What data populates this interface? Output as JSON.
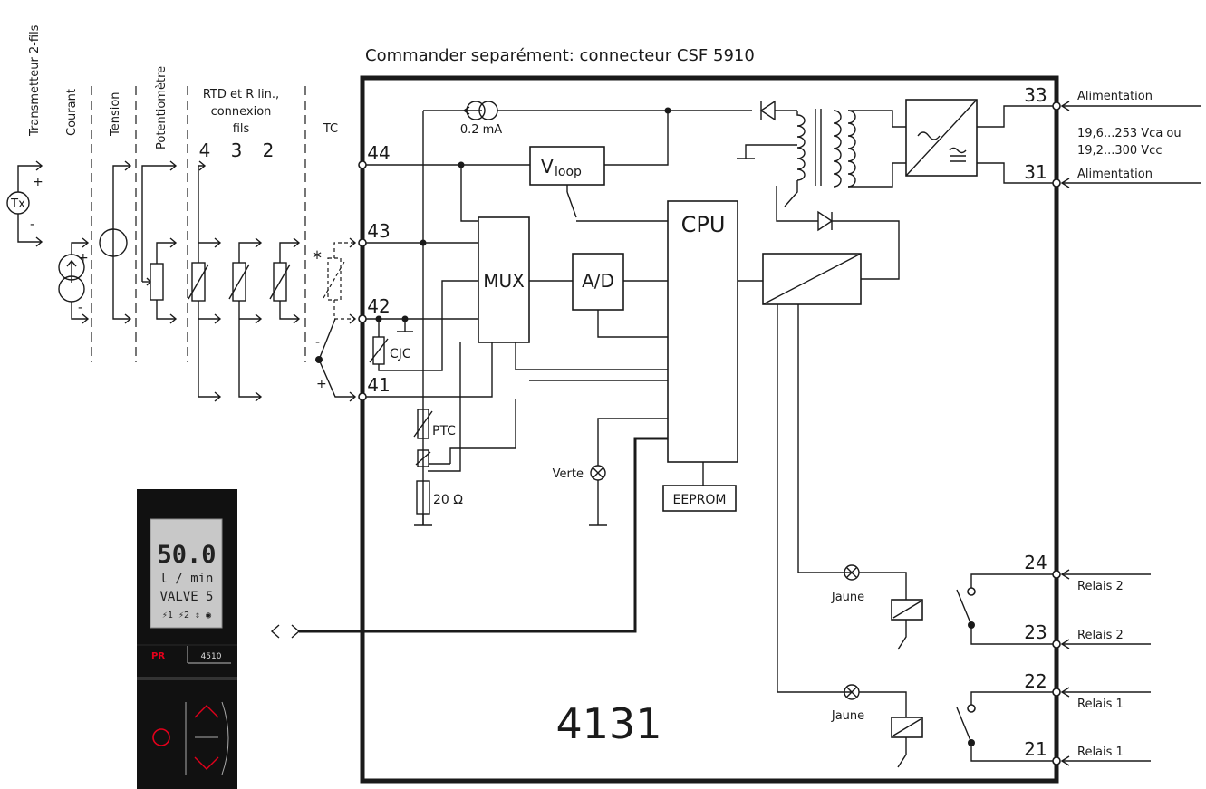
{
  "header": {
    "order_note": "Commander separément: connecteur CSF 5910"
  },
  "input_columns": {
    "transmitter": "Transmetteur 2-fils",
    "current": "Courant",
    "voltage": "Tension",
    "potentiometer": "Potentiomètre",
    "rtd_title": "RTD et R lin., connexion fils",
    "rtd_line1": "RTD et R lin.,",
    "rtd_line2": "connexion",
    "rtd_line3": "fils",
    "wire_4": "4",
    "wire_3": "3",
    "wire_2": "2",
    "tc": "TC",
    "tx_symbol": "Tx",
    "plus": "+",
    "minus": "-",
    "asterisk": "*"
  },
  "terminals": {
    "t44": "44",
    "t43": "43",
    "t42": "42",
    "t41": "41",
    "t33": "33",
    "t31": "31",
    "t24": "24",
    "t23": "23",
    "t22": "22",
    "t21": "21"
  },
  "blocks": {
    "current_source": "0.2 mA",
    "vloop_main": "V",
    "vloop_sub": "loop",
    "cpu": "CPU",
    "mux": "MUX",
    "adc": "A/D",
    "eeprom": "EEPROM",
    "cjc": "CJC",
    "ptc": "PTC",
    "resistor_20": "20 Ω",
    "led_green": "Verte",
    "led_yellow_1": "Jaune",
    "led_yellow_2": "Jaune"
  },
  "supply": {
    "label_top": "Alimentation",
    "range_1": "19,6...253 Vca ou",
    "range_2": "19,2...300 Vcc",
    "label_bottom": "Alimentation"
  },
  "relays": {
    "relay2_a": "Relais 2",
    "relay2_b": "Relais 2",
    "relay1_a": "Relais 1",
    "relay1_b": "Relais 1"
  },
  "module_number": "4131",
  "display": {
    "value": "50.0",
    "unit": "l / min",
    "tag": "VALVE 5",
    "icons": "⚡1 ⚡2 ⇕ ◉",
    "brand": "PR",
    "model": "4510"
  },
  "colors": {
    "ink": "#1a1a1a",
    "brand_red": "#e3001b",
    "lcd_bg": "#c8c8c8",
    "device_body": "#111111"
  }
}
